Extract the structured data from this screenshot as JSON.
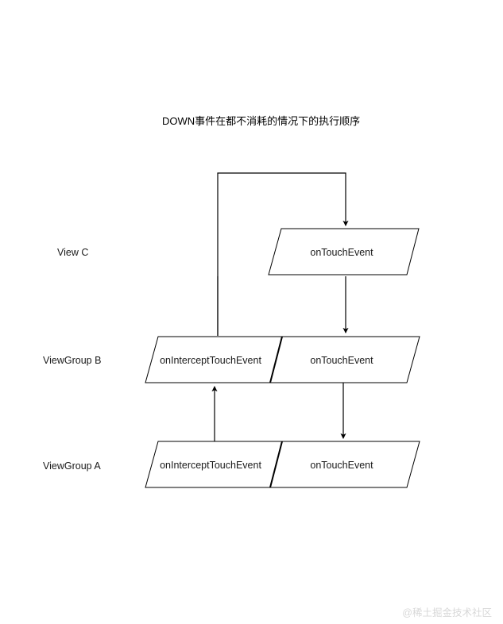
{
  "diagram": {
    "title": "DOWN事件在都不消耗的情况下的执行顺序",
    "type": "flowchart",
    "background_color": "#ffffff",
    "line_color": "#000000",
    "text_color": "#1a1a1a",
    "lanes": [
      {
        "id": "view-c",
        "label": "View C"
      },
      {
        "id": "viewgroup-b",
        "label": "ViewGroup B"
      },
      {
        "id": "viewgroup-a",
        "label": "ViewGroup A"
      }
    ],
    "nodes": [
      {
        "id": "view-c-ontouchevent",
        "lane": "View C",
        "label": "onTouchEvent"
      },
      {
        "id": "viewgroup-b-onintercepttouchevent",
        "lane": "ViewGroup B",
        "label": "onInterceptTouchEvent"
      },
      {
        "id": "viewgroup-b-ontouchevent",
        "lane": "ViewGroup B",
        "label": "onTouchEvent"
      },
      {
        "id": "viewgroup-a-onintercepttouchevent",
        "lane": "ViewGroup A",
        "label": "onInterceptTouchEvent"
      },
      {
        "id": "viewgroup-a-ontouchevent",
        "lane": "ViewGroup A",
        "label": "onTouchEvent"
      }
    ],
    "connectors": [
      {
        "id": "a-intercept-to-b-intercept",
        "from": "viewgroup-a-onInterceptTouchEvent",
        "to": "viewgroup-b-onInterceptTouchEvent",
        "direction": "up",
        "arrowhead": true
      },
      {
        "id": "b-intercept-to-c-ontouchevent",
        "from": "viewgroup-b-onInterceptTouchEvent",
        "to": "view-c-onTouchEvent",
        "direction": "up-then-right-then-down",
        "arrowhead": true
      },
      {
        "id": "c-ontouchevent-to-b-ontouchevent",
        "from": "view-c-onTouchEvent",
        "to": "viewgroup-b-onTouchEvent",
        "direction": "down",
        "arrowhead": true
      },
      {
        "id": "b-ontouchevent-to-a-ontouchevent",
        "from": "viewgroup-b-onTouchEvent",
        "to": "viewgroup-a-onTouchEvent",
        "direction": "down",
        "arrowhead": true
      }
    ]
  },
  "watermark": {
    "label": "@稀土掘金技术社区"
  }
}
